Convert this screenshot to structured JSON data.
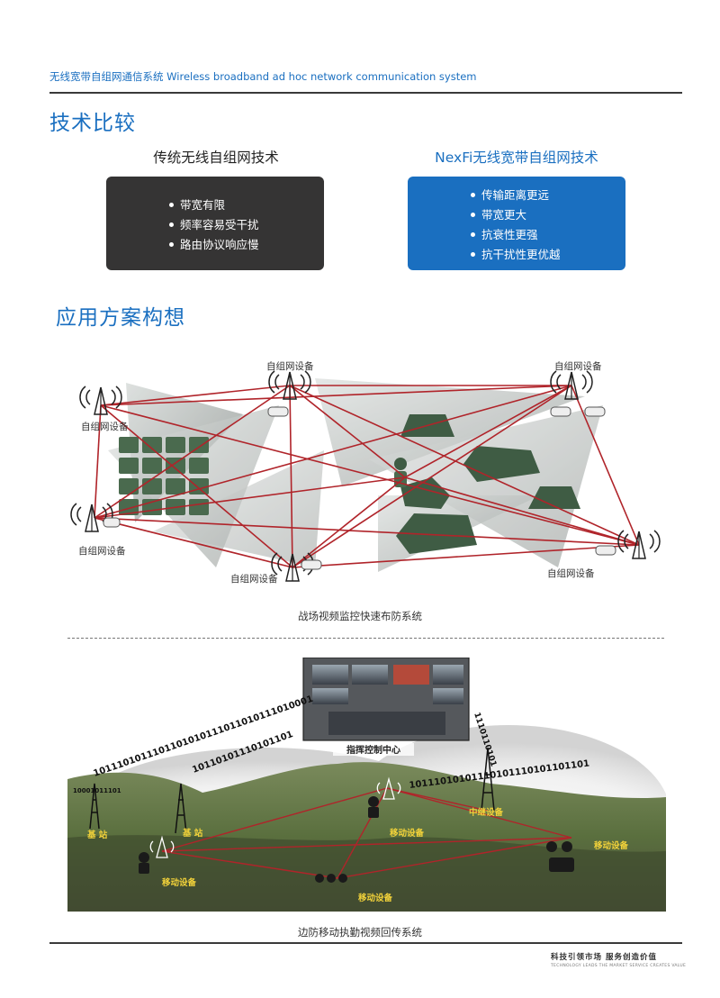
{
  "header": {
    "title": "无线宽带自组网通信系统  Wireless broadband ad hoc network communication system"
  },
  "section1": {
    "title": "技术比较",
    "left": {
      "title": "传统无线自组网技术",
      "items": [
        "带宽有限",
        "频率容易受干扰",
        "路由协议响应慢"
      ]
    },
    "right": {
      "title": "NexFi无线宽带自组网技术",
      "items": [
        "传输距离更远",
        "带宽更大",
        "抗衰性更强",
        "抗干扰性更优越"
      ]
    }
  },
  "section2": {
    "title": "应用方案构想",
    "diagram1": {
      "node_label": "自组网设备",
      "caption": "战场视频监控快速布防系统"
    },
    "diagram2": {
      "center_label": "指挥控制中心",
      "base_station_label": "基 站",
      "relay_label": "中继设备",
      "mobile_label": "移动设备",
      "binary_1": "1011101011101101010111011010111010001",
      "binary_2": "10110101110101101",
      "binary_3": "10111010101110101110101101101",
      "binary_4": "1110110101",
      "binary_5": "10001011101",
      "caption": "边防移动执勤视频回传系统"
    }
  },
  "footer": {
    "slogan": "科技引领市场  服务创造价值",
    "sub": "TECHNOLOGY LEADS THE MARKET  SERVICE CREATES VALUE"
  },
  "colors": {
    "accent": "#1a6fc0",
    "dark_box": "#353434",
    "link_red": "#b0242a"
  }
}
